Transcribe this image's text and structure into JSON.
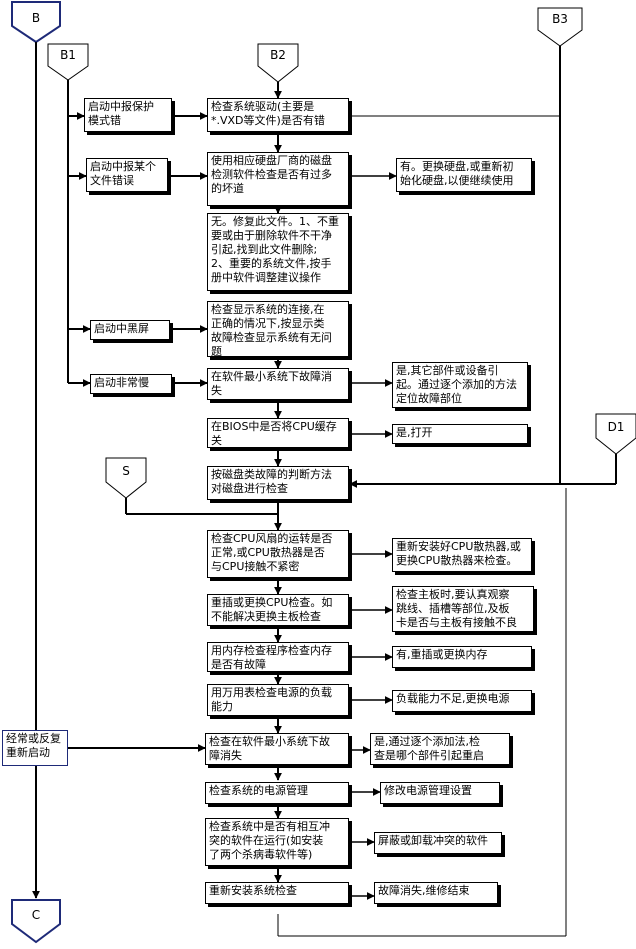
{
  "connectors": {
    "B": "B",
    "B1": "B1",
    "B2": "B2",
    "B3": "B3",
    "D1": "D1",
    "S": "S",
    "C": "C"
  },
  "branches": {
    "protect_mode": "启动中报保护\n模式错",
    "file_error": "启动中报某个\n文件错误",
    "black_screen": "启动中黑屏",
    "slow_start": "启动非常慢",
    "frequent_restart": "经常或反复\n重新启动"
  },
  "steps": {
    "vxd_check": "检查系统驱动(主要是\n*.VXD等文件)是否有错",
    "disk_check": "使用相应硬盘厂商的磁盘\n检测软件检查是否有过多\n的坏道",
    "disk_result": "有。更换硬盘,或重新初\n始化硬盘,以便继续使用",
    "no_fix": "无。修复此文件。1、不重\n要或由于删除软件不干净\n引起,找到此文件删除;\n2、重要的系统文件,按手\n册中软件调整建议操作",
    "display_check": "检查显示系统的连接,在\n正确的情况下,按显示类\n故障检查显示系统有无问\n题",
    "min_system_slow": "在软件最小系统下故障消\n失",
    "min_system_slow_result": "是,其它部件或设备引\n起。通过逐个添加的方法\n定位故障部位",
    "bios_cache": "在BIOS中是否将CPU缓存关\n闭",
    "bios_cache_result": "是,打开",
    "disk_fault_method": "按磁盘类故障的判断方法\n对磁盘进行检查",
    "cpu_fan": "检查CPU风扇的运转是否\n正常,或CPU散热器是否\n与CPU接触不紧密",
    "cpu_fan_result": "重新安装好CPU散热器,或\n更换CPU散热器来检查。",
    "cpu_replace": "重插或更换CPU检查。如\n不能解决更换主板检查",
    "cpu_replace_result": "检查主板时,要认真观察\n跳线、插槽等部位,及板\n卡是否与主板有接触不良",
    "memory_check": "用内存检查程序检查内存\n是否有故障",
    "memory_result": "有,重插或更换内存",
    "power_check": "用万用表检查电源的负载\n能力",
    "power_result": "负载能力不足,更换电源",
    "min_system_restart": "检查在软件最小系统下故\n障消失",
    "min_system_restart_result": "是,通过逐个添加法,检\n查是哪个部件引起重启",
    "power_mgmt": "检查系统的电源管理",
    "power_mgmt_result": "修改电源管理设置",
    "software_conflict": "检查系统中是否有相互冲\n突的软件在运行(如安装\n了两个杀病毒软件等)",
    "software_conflict_result": "屏蔽或卸载冲突的软件",
    "reinstall": "重新安装系统检查",
    "reinstall_result": "故障消失,维修结束"
  }
}
